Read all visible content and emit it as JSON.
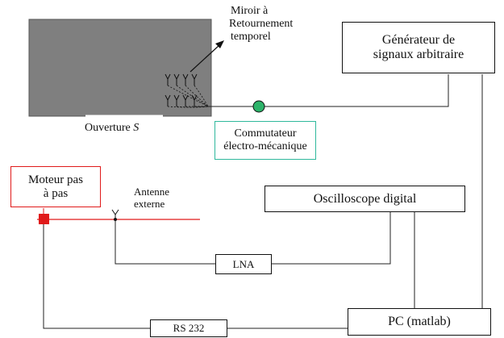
{
  "chamber": {
    "mirror_label_line1": "Miroir à",
    "mirror_label_line2": "Retournement",
    "mirror_label_line3": "temporel",
    "opening_label": "Ouverture",
    "opening_symbol": "S"
  },
  "generator": {
    "line1": "Générateur de",
    "line2": "signaux arbitraire"
  },
  "switch": {
    "line1": "Commutateur",
    "line2": "électro-mécanique",
    "border_color": "#2fb89c",
    "node_color": "#2db36a"
  },
  "motor": {
    "line1": "Moteur pas",
    "line2": "à pas",
    "color": "#e01a1a"
  },
  "antenna": {
    "line1": "Antenne",
    "line2": "externe",
    "rail_color": "#e01a1a"
  },
  "oscilloscope": {
    "label": "Oscilloscope digital"
  },
  "lna": {
    "label": "LNA"
  },
  "pc": {
    "label": "PC (matlab)"
  },
  "rs232": {
    "label": "RS 232"
  },
  "colors": {
    "chamber_fill": "#7f7f7f",
    "line": "#222222"
  }
}
